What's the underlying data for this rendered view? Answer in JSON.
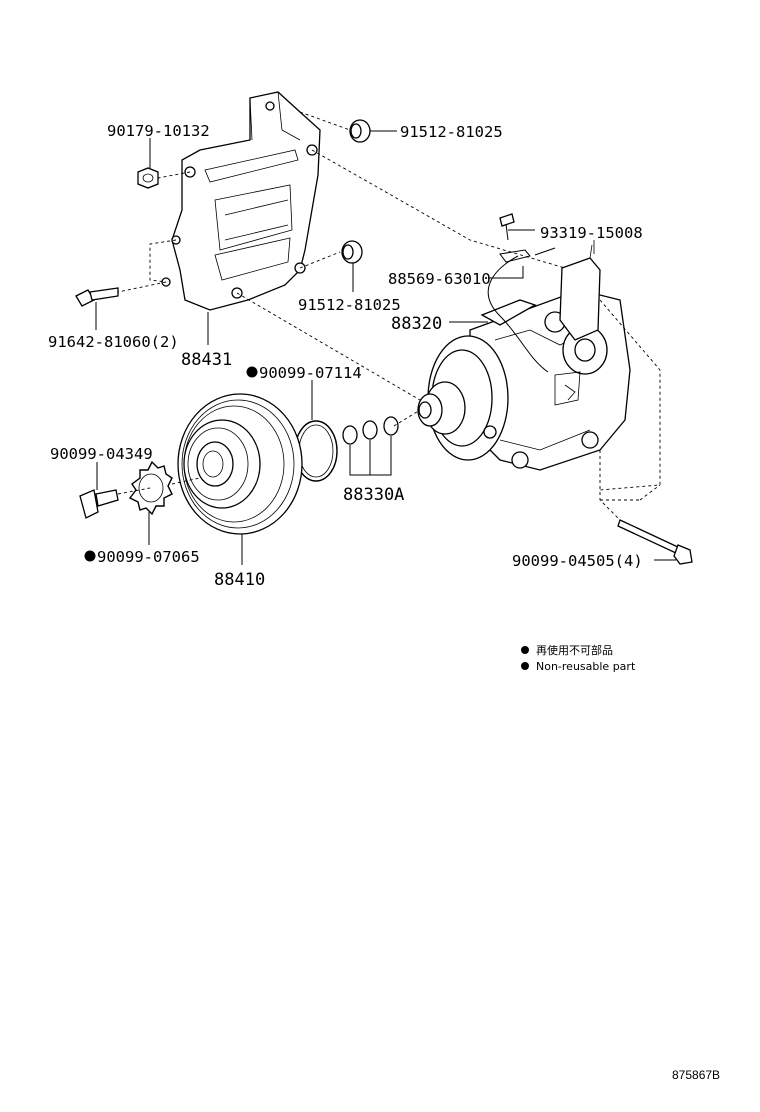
{
  "labels": {
    "p90179": "90179-10132",
    "p91512a": "91512-81025",
    "p93319": "93319-15008",
    "p88569": "88569-63010",
    "p88320": "88320",
    "p91512b": "91512-81025",
    "p91642": "91642-81060(2)",
    "p88431": "88431",
    "p90099_07114": "90099-07114",
    "p90099_04349": "90099-04349",
    "p88330a": "88330A",
    "p90099_07065": "90099-07065",
    "p88410": "88410",
    "p90099_04505": "90099-04505(4)"
  },
  "legend": {
    "japanese": "再使用不可部品",
    "english": "Non-reusable part"
  },
  "reference": "875867B"
}
